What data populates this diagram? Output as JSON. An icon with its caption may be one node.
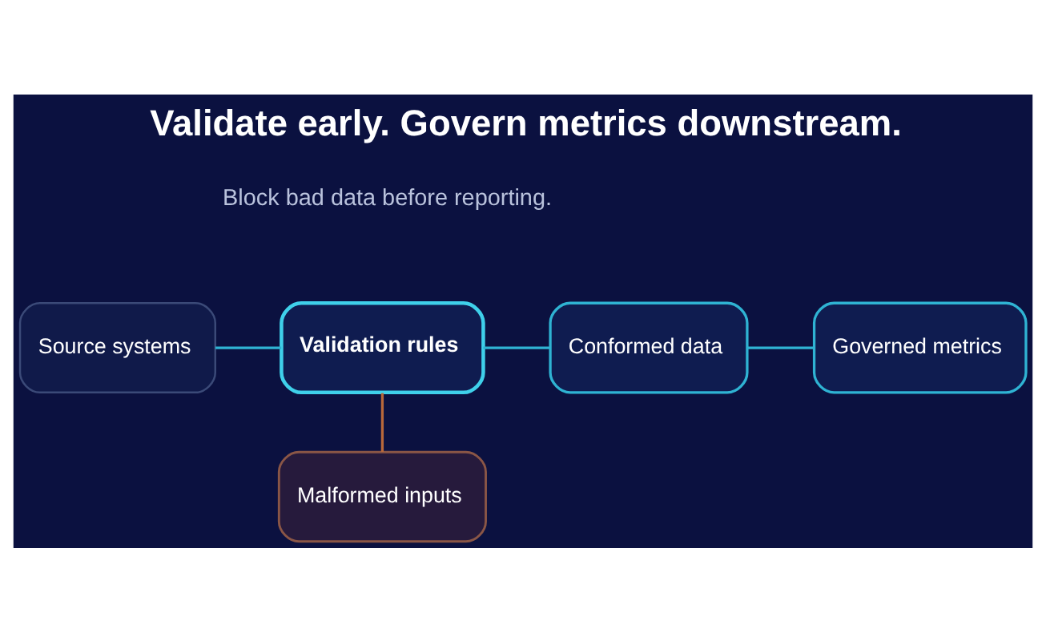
{
  "diagram": {
    "title": "Validate early. Govern metrics downstream.",
    "nodes": [
      {
        "text": [
          "Source systems"
        ]
      },
      {
        "text": [
          "Validation rules"
        ]
      },
      {
        "text": [
          "Conformed data"
        ]
      },
      {
        "text": [
          "Governed metrics"
        ]
      },
      {
        "text": [
          "Malformed inputs"
        ]
      }
    ],
    "edges": [
      {
        "from": 0,
        "to": 1,
        "arrow": "none"
      },
      {
        "from": 1,
        "to": 2,
        "arrow": "none"
      },
      {
        "from": 2,
        "to": 3,
        "arrow": "none"
      },
      {
        "from": 1,
        "to": 4,
        "arrow": "none",
        "color": "#b8683a"
      }
    ],
    "labels": [
      "Block bad data before reporting."
    ]
  }
}
